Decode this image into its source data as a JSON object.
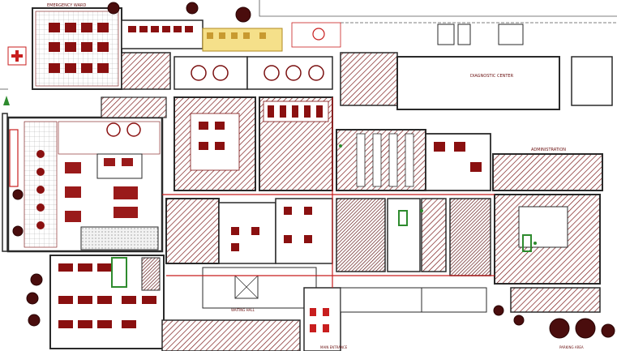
{
  "colors": {
    "wall": "#2a2a2a",
    "red": "#c81e1e",
    "dark_red": "#7a1010",
    "hatch": "#7a1a1a",
    "green": "#2e8b2e",
    "yellow": "#f5e08a",
    "gray": "#555555",
    "tree": "#4a0d0d"
  },
  "labels": {
    "top_left_title": "EMERGENCY WARD",
    "right_wing_title": "ADMINISTRATION",
    "center_hall_title": "WAITING HALL",
    "bottom_title": "MAIN ENTRANCE",
    "bottom_right_title": "PARKING AREA",
    "right_room_title": "DIAGNOSTIC CENTER"
  },
  "icons": {
    "first_aid": "red-cross-icon",
    "tree": "tree-icon",
    "north": "north-arrow-icon"
  }
}
